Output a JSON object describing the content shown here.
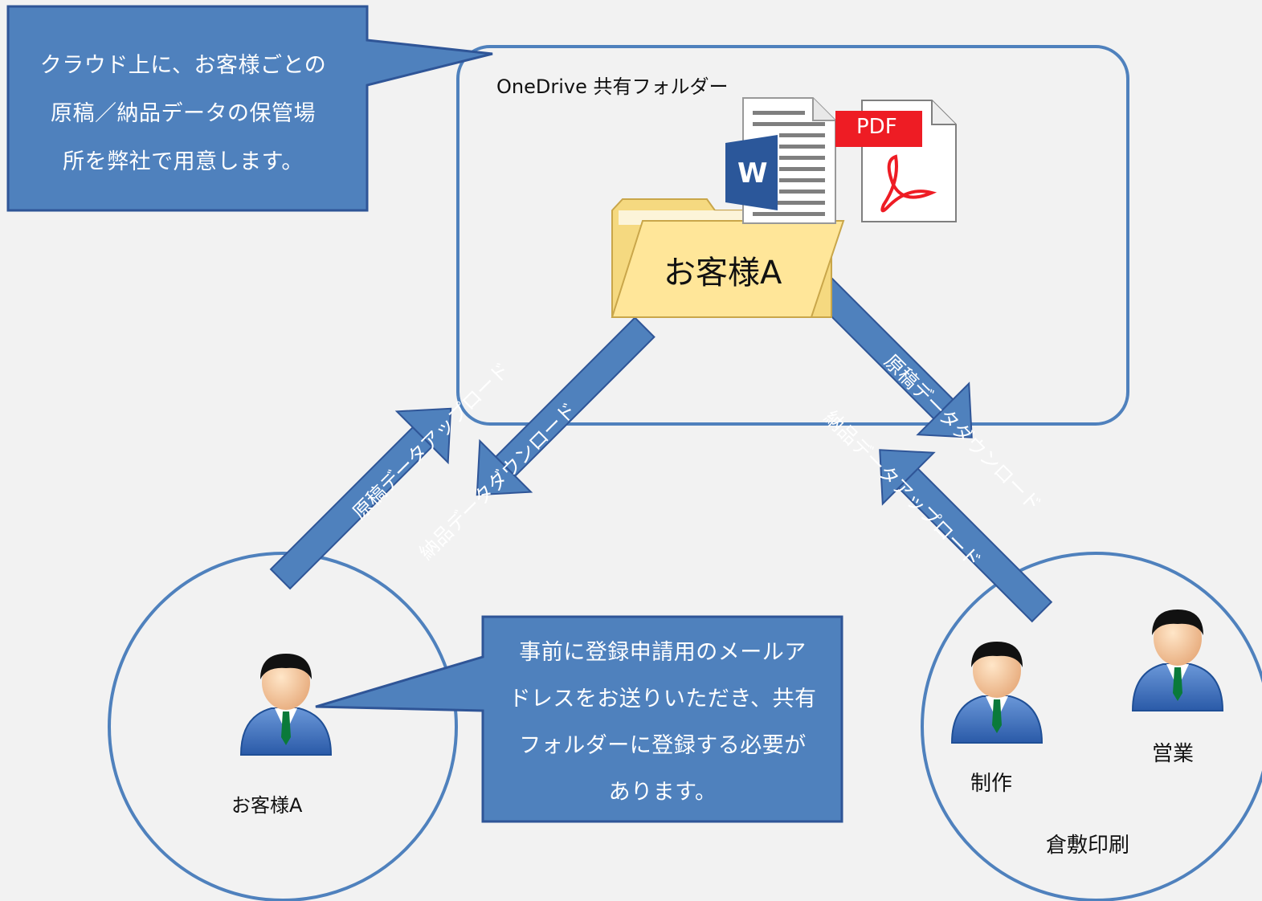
{
  "cloud": {
    "title": "OneDrive 共有フォルダー",
    "folder_label": "お客様A",
    "pdf_label": "PDF",
    "word_letter": "W"
  },
  "callouts": {
    "top": [
      "クラウド上に、お客様ごとの",
      "原稿／納品データの保管場",
      "所を弊社で用意します。"
    ],
    "bottom": [
      "事前に登録申請用のメールア",
      "ドレスをお送りいただき、共有",
      "フォルダーに登録する必要が",
      "あります。"
    ]
  },
  "customer": {
    "label": "お客様A"
  },
  "printer": {
    "label": "倉敷印刷",
    "production": "制作",
    "sales": "営業"
  },
  "arrows": {
    "left_up": "原稿データアップロード",
    "left_down": "納品データダウンロード",
    "right_down": "原稿データダウンロード",
    "right_up": "納品データアップロード"
  },
  "colors": {
    "fill": "#4f81bd",
    "border": "#2f5597",
    "folder": "#ffe699",
    "pdf_red": "#ee1c24",
    "word_blue": "#2b579a"
  },
  "icons": [
    "person-icon",
    "folder-icon",
    "word-document-icon",
    "pdf-document-icon"
  ]
}
